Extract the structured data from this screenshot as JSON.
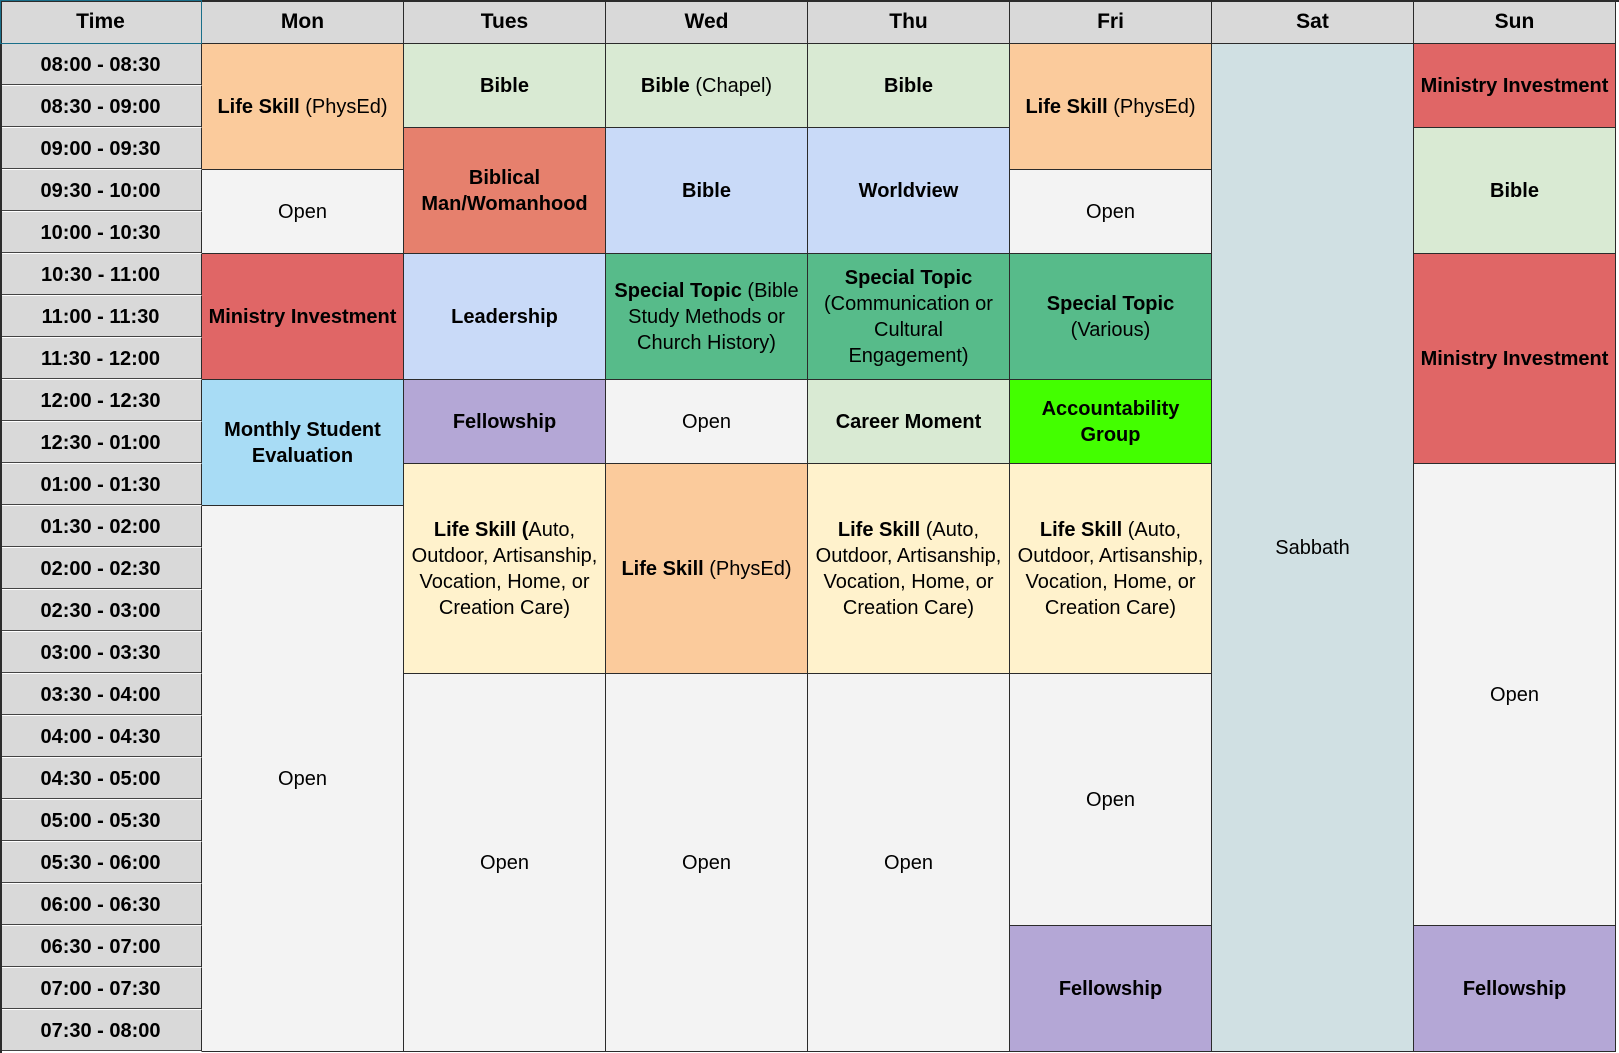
{
  "header": {
    "time": "Time",
    "days": [
      "Mon",
      "Tues",
      "Wed",
      "Thu",
      "Fri",
      "Sat",
      "Sun"
    ]
  },
  "time_slots": [
    "08:00 - 08:30",
    "08:30 - 09:00",
    "09:00 - 09:30",
    "09:30 - 10:00",
    "10:00 - 10:30",
    "10:30 - 11:00",
    "11:00 - 11:30",
    "11:30 - 12:00",
    "12:00 - 12:30",
    "12:30 - 01:00",
    "01:00 - 01:30",
    "01:30 - 02:00",
    "02:00 - 02:30",
    "02:30 - 03:00",
    "03:00 - 03:30",
    "03:30 - 04:00",
    "04:00 - 04:30",
    "04:30 - 05:00",
    "05:00 - 05:30",
    "05:30 - 06:00",
    "06:00 - 06:30",
    "06:30 - 07:00",
    "07:00 - 07:30",
    "07:30 - 08:00"
  ],
  "colors": {
    "orange": "#fbcb9c",
    "green_light": "#d9ead3",
    "blue_light": "#c9daf8",
    "red": "#e06666",
    "salmon": "#e6806d",
    "teal": "#57bb8a",
    "purple": "#b4a7d6",
    "sky": "#a8dcf5",
    "yellow": "#fff2cc",
    "open": "#f3f3f3",
    "lime": "#43ff00",
    "sabbath": "#d0e0e3"
  },
  "events": [
    {
      "day": 0,
      "start": 0,
      "span": 3,
      "bold": "Life Skill",
      "text": " (PhysEd)",
      "color": "orange"
    },
    {
      "day": 0,
      "start": 3,
      "span": 2,
      "bold": "",
      "text": "Open",
      "color": "open"
    },
    {
      "day": 0,
      "start": 5,
      "span": 3,
      "bold": "Ministry Investment",
      "text": "",
      "color": "red"
    },
    {
      "day": 0,
      "start": 8,
      "span": 3,
      "bold": "Monthly Student Evaluation",
      "text": "",
      "color": "sky"
    },
    {
      "day": 0,
      "start": 11,
      "span": 13,
      "bold": "",
      "text": "Open",
      "color": "open"
    },
    {
      "day": 1,
      "start": 0,
      "span": 2,
      "bold": "Bible",
      "text": "",
      "color": "green_light"
    },
    {
      "day": 1,
      "start": 2,
      "span": 3,
      "bold": "Biblical Man/Womanhood",
      "text": "",
      "color": "salmon"
    },
    {
      "day": 1,
      "start": 5,
      "span": 3,
      "bold": "Leadership",
      "text": "",
      "color": "blue_light"
    },
    {
      "day": 1,
      "start": 8,
      "span": 2,
      "bold": "Fellowship",
      "text": "",
      "color": "purple"
    },
    {
      "day": 1,
      "start": 10,
      "span": 5,
      "bold": "Life Skill (",
      "text": "Auto, Outdoor, Artisanship, Vocation, Home, or Creation Care)",
      "color": "yellow"
    },
    {
      "day": 1,
      "start": 15,
      "span": 9,
      "bold": "",
      "text": "Open",
      "color": "open"
    },
    {
      "day": 2,
      "start": 0,
      "span": 2,
      "bold": "Bible",
      "text": " (Chapel)",
      "color": "green_light"
    },
    {
      "day": 2,
      "start": 2,
      "span": 3,
      "bold": "Bible",
      "text": "",
      "color": "blue_light"
    },
    {
      "day": 2,
      "start": 5,
      "span": 3,
      "bold": "Special Topic",
      "text": " (Bible Study Methods or Church History)",
      "color": "teal"
    },
    {
      "day": 2,
      "start": 8,
      "span": 2,
      "bold": "",
      "text": "Open",
      "color": "open"
    },
    {
      "day": 2,
      "start": 10,
      "span": 5,
      "bold": "Life Skill",
      "text": " (PhysEd)",
      "color": "orange"
    },
    {
      "day": 2,
      "start": 15,
      "span": 9,
      "bold": "",
      "text": "Open",
      "color": "open"
    },
    {
      "day": 3,
      "start": 0,
      "span": 2,
      "bold": "Bible",
      "text": "",
      "color": "green_light"
    },
    {
      "day": 3,
      "start": 2,
      "span": 3,
      "bold": "Worldview",
      "text": "",
      "color": "blue_light"
    },
    {
      "day": 3,
      "start": 5,
      "span": 3,
      "bold": "Special Topic",
      "text": " (Communication or Cultural Engagement)",
      "color": "teal"
    },
    {
      "day": 3,
      "start": 8,
      "span": 2,
      "bold": "Career Moment",
      "text": "",
      "color": "green_light"
    },
    {
      "day": 3,
      "start": 10,
      "span": 5,
      "bold": "Life Skill",
      "text": " (Auto, Outdoor, Artisanship, Vocation, Home, or Creation Care)",
      "color": "yellow"
    },
    {
      "day": 3,
      "start": 15,
      "span": 9,
      "bold": "",
      "text": "Open",
      "color": "open"
    },
    {
      "day": 4,
      "start": 0,
      "span": 3,
      "bold": "Life Skill",
      "text": " (PhysEd)",
      "color": "orange"
    },
    {
      "day": 4,
      "start": 3,
      "span": 2,
      "bold": "",
      "text": "Open",
      "color": "open"
    },
    {
      "day": 4,
      "start": 5,
      "span": 3,
      "bold": "Special Topic",
      "text": " (Various)",
      "color": "teal"
    },
    {
      "day": 4,
      "start": 8,
      "span": 2,
      "bold": "Accountability Group",
      "text": "",
      "color": "lime"
    },
    {
      "day": 4,
      "start": 10,
      "span": 5,
      "bold": "Life Skill",
      "text": " (Auto, Outdoor, Artisanship, Vocation, Home, or Creation Care)",
      "color": "yellow"
    },
    {
      "day": 4,
      "start": 15,
      "span": 6,
      "bold": "",
      "text": "Open",
      "color": "open"
    },
    {
      "day": 4,
      "start": 21,
      "span": 3,
      "bold": "Fellowship",
      "text": "",
      "color": "purple"
    },
    {
      "day": 5,
      "start": 0,
      "span": 24,
      "bold": "",
      "text": "Sabbath",
      "color": "sabbath"
    },
    {
      "day": 6,
      "start": 0,
      "span": 2,
      "bold": "Ministry Investment",
      "text": "",
      "color": "red"
    },
    {
      "day": 6,
      "start": 2,
      "span": 3,
      "bold": "Bible",
      "text": "",
      "color": "green_light"
    },
    {
      "day": 6,
      "start": 5,
      "span": 5,
      "bold": "Ministry Investment",
      "text": "",
      "color": "red"
    },
    {
      "day": 6,
      "start": 10,
      "span": 11,
      "bold": "",
      "text": "Open",
      "color": "open"
    },
    {
      "day": 6,
      "start": 21,
      "span": 3,
      "bold": "Fellowship",
      "text": "",
      "color": "purple"
    }
  ]
}
